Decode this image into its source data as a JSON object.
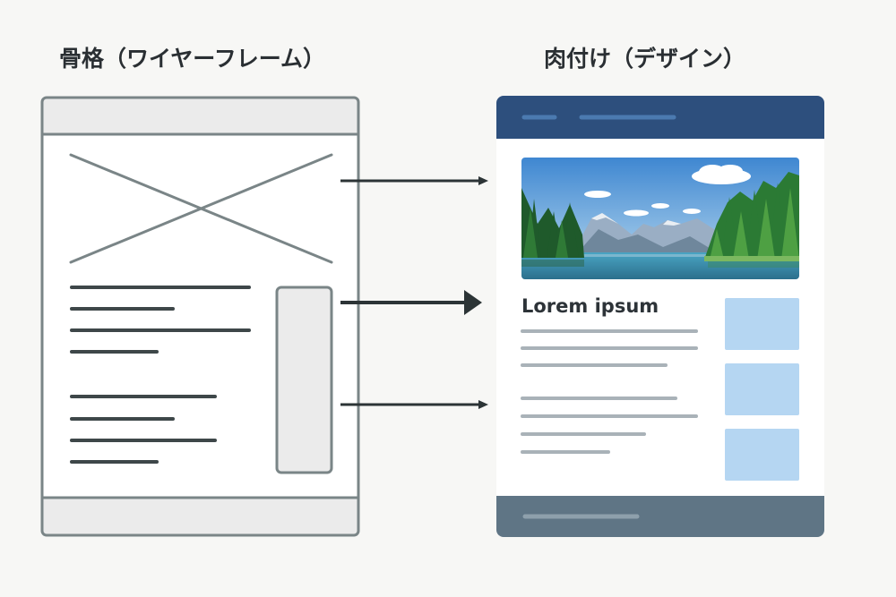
{
  "titles": {
    "wireframe": "骨格（ワイヤーフレーム）",
    "design": "肉付け（デザイン）"
  },
  "design_mock": {
    "heading": "Lorem ipsum"
  },
  "colors": {
    "background": "#f7f7f5",
    "wireframe_stroke": "#7a8587",
    "wireframe_text_line": "#3e4749",
    "design_header": "#2d4f7d",
    "design_footer": "#5f7585",
    "design_card": "#b5d6f2",
    "arrow": "#2c3436"
  },
  "icons": {
    "image_placeholder": "crossed-box-icon",
    "hero_image": "mountain-lake-icon",
    "connector": "arrow-right-icon"
  }
}
